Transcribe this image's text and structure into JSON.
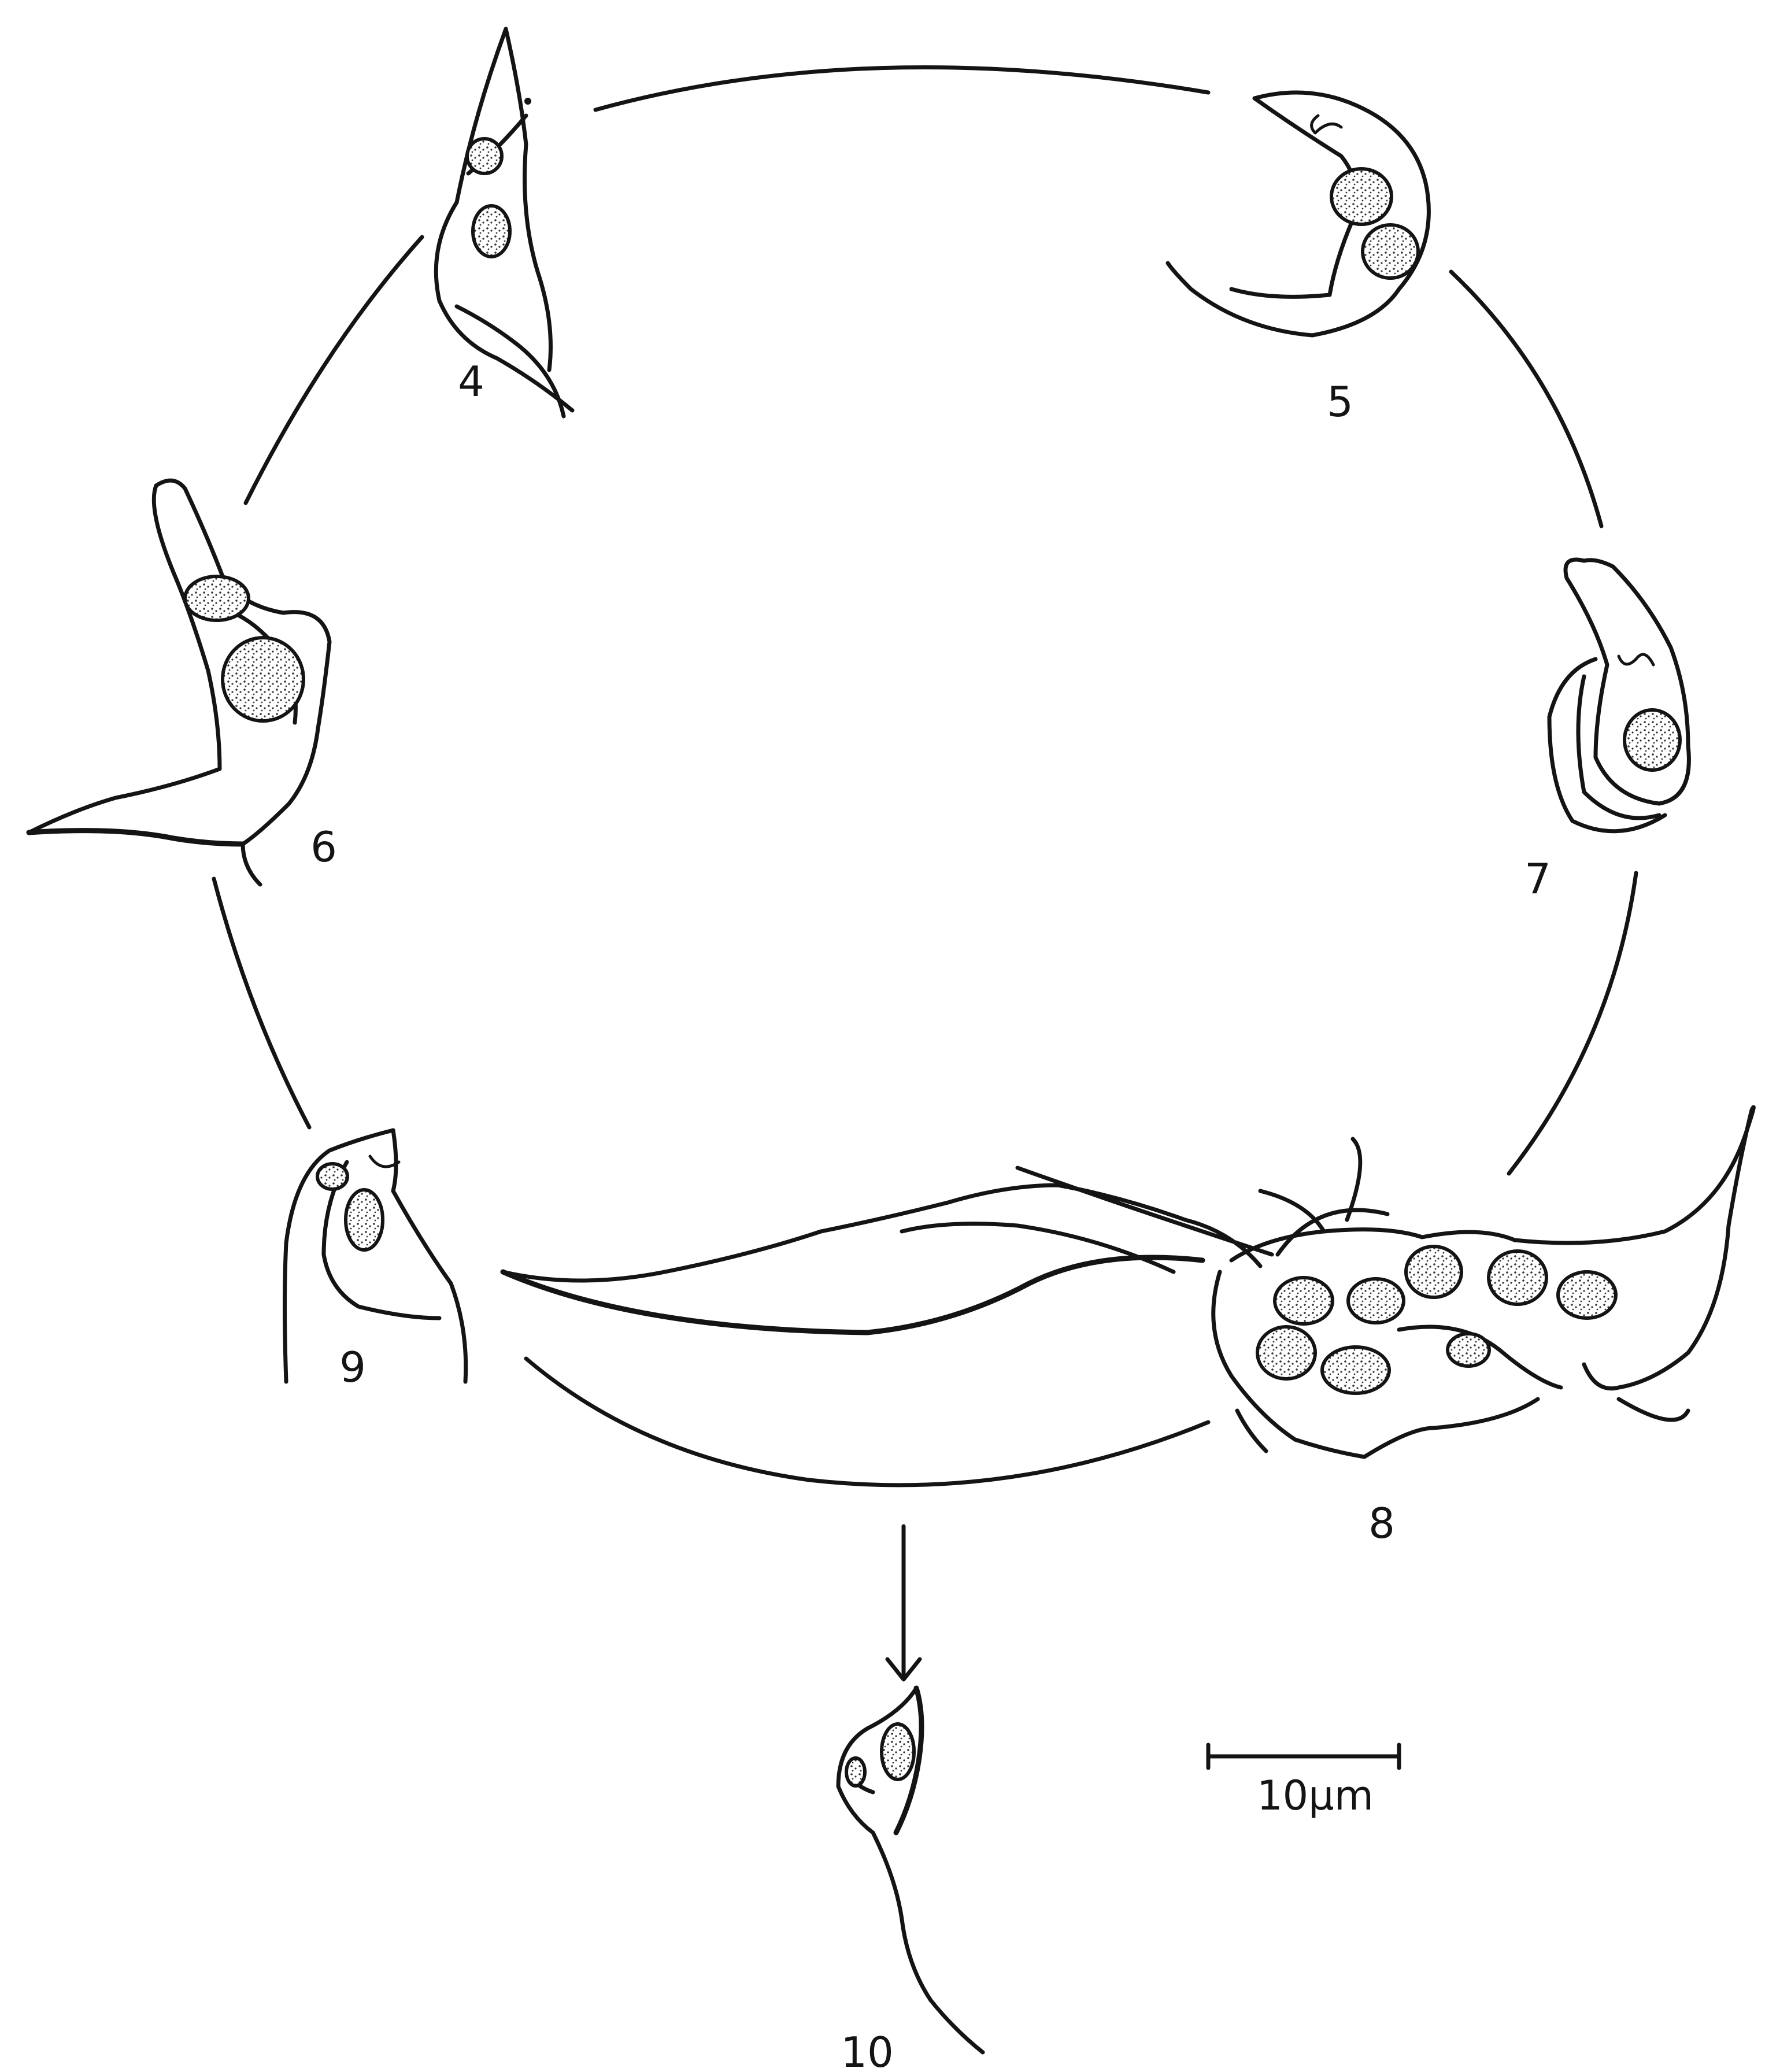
{
  "stages": [
    {
      "label": "4"
    },
    {
      "label": "5"
    },
    {
      "label": "6"
    },
    {
      "label": "7"
    },
    {
      "label": "8"
    },
    {
      "label": "9"
    },
    {
      "label": "10"
    }
  ],
  "scale_bar": {
    "label": "10µm"
  }
}
